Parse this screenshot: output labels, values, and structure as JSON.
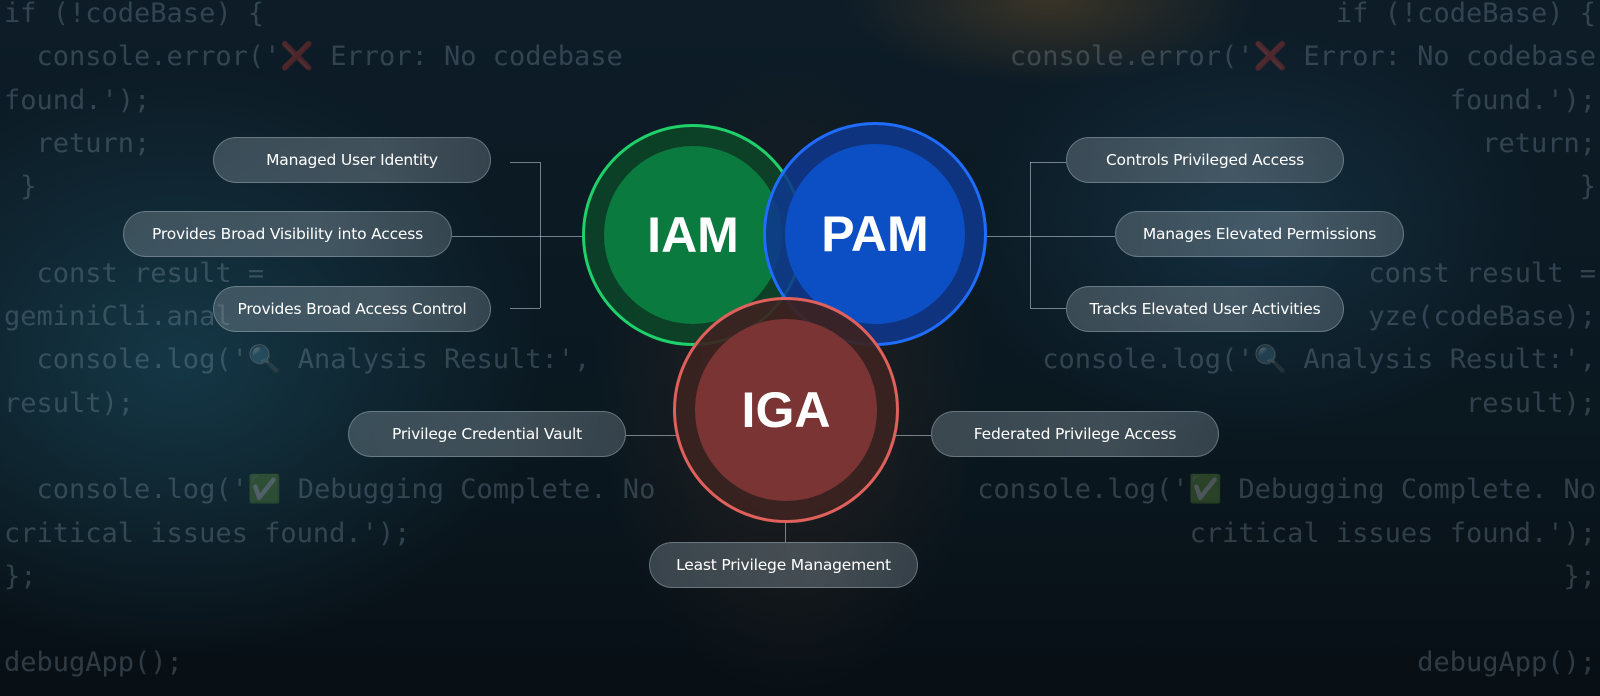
{
  "background_code": {
    "left": [
      "if (!codeBase) {",
      "  console.error('❌ Error: No codebase",
      "found.');",
      "  return;",
      " }",
      "",
      "  const result =",
      "geminiCli.anal",
      "  console.log('🔍 Analysis Result:',",
      "result);",
      "",
      "  console.log('✅ Debugging Complete. No",
      "critical issues found.');",
      "};",
      "",
      "debugApp();"
    ],
    "right": [
      "if (!codeBase) {",
      "console.error('❌ Error: No codebase",
      "found.');",
      "return;",
      "}",
      "",
      "const result =",
      "yze(codeBase);",
      "console.log('🔍 Analysis Result:',",
      "result);",
      "",
      "console.log('✅ Debugging Complete. No",
      "critical issues found.');",
      "};",
      "",
      "debugApp();"
    ]
  },
  "circles": {
    "iam": {
      "label": "IAM",
      "color": "#0b7a3e",
      "ring_color": "#1fd16a"
    },
    "pam": {
      "label": "PAM",
      "color": "#0c4fc4",
      "ring_color": "#1f6dff"
    },
    "iga": {
      "label": "IGA",
      "color": "#7a3433",
      "ring_color": "#e0605c"
    }
  },
  "iam_features": [
    "Managed User Identity",
    "Provides Broad Visibility into Access",
    "Provides Broad Access Control"
  ],
  "pam_features": [
    "Controls Privileged Access",
    "Manages Elevated Permissions",
    "Tracks Elevated User Activities"
  ],
  "iga_features": [
    "Privilege Credential Vault",
    "Federated Privilege Access",
    "Least Privilege Management"
  ]
}
